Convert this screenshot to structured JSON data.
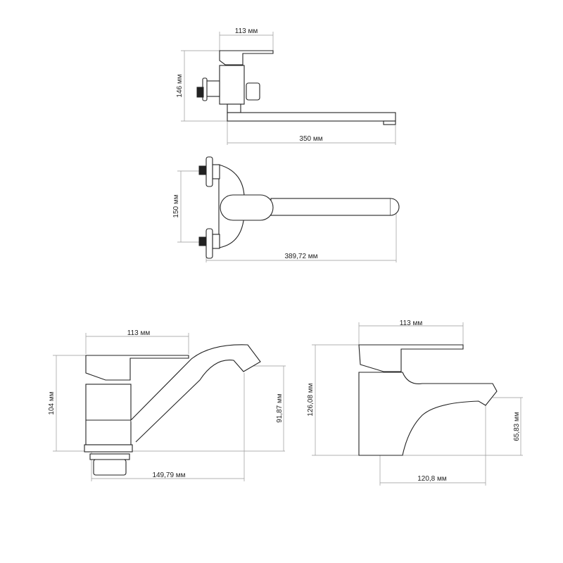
{
  "views": {
    "wall_side": {
      "width_label": "113 мм",
      "height_label": "146 мм",
      "spout_label": "350 мм"
    },
    "wall_top": {
      "spacing_label": "150 мм",
      "length_label": "389,72 мм"
    },
    "basin_swivel": {
      "width_label": "113 мм",
      "height_label": "104 мм",
      "spout_height_label": "91,87 мм",
      "reach_label": "149,79 мм"
    },
    "basin_fixed": {
      "width_label": "113 мм",
      "height_label": "126,08 мм",
      "spout_height_label": "65,83 мм",
      "reach_label": "120,8 мм"
    }
  }
}
